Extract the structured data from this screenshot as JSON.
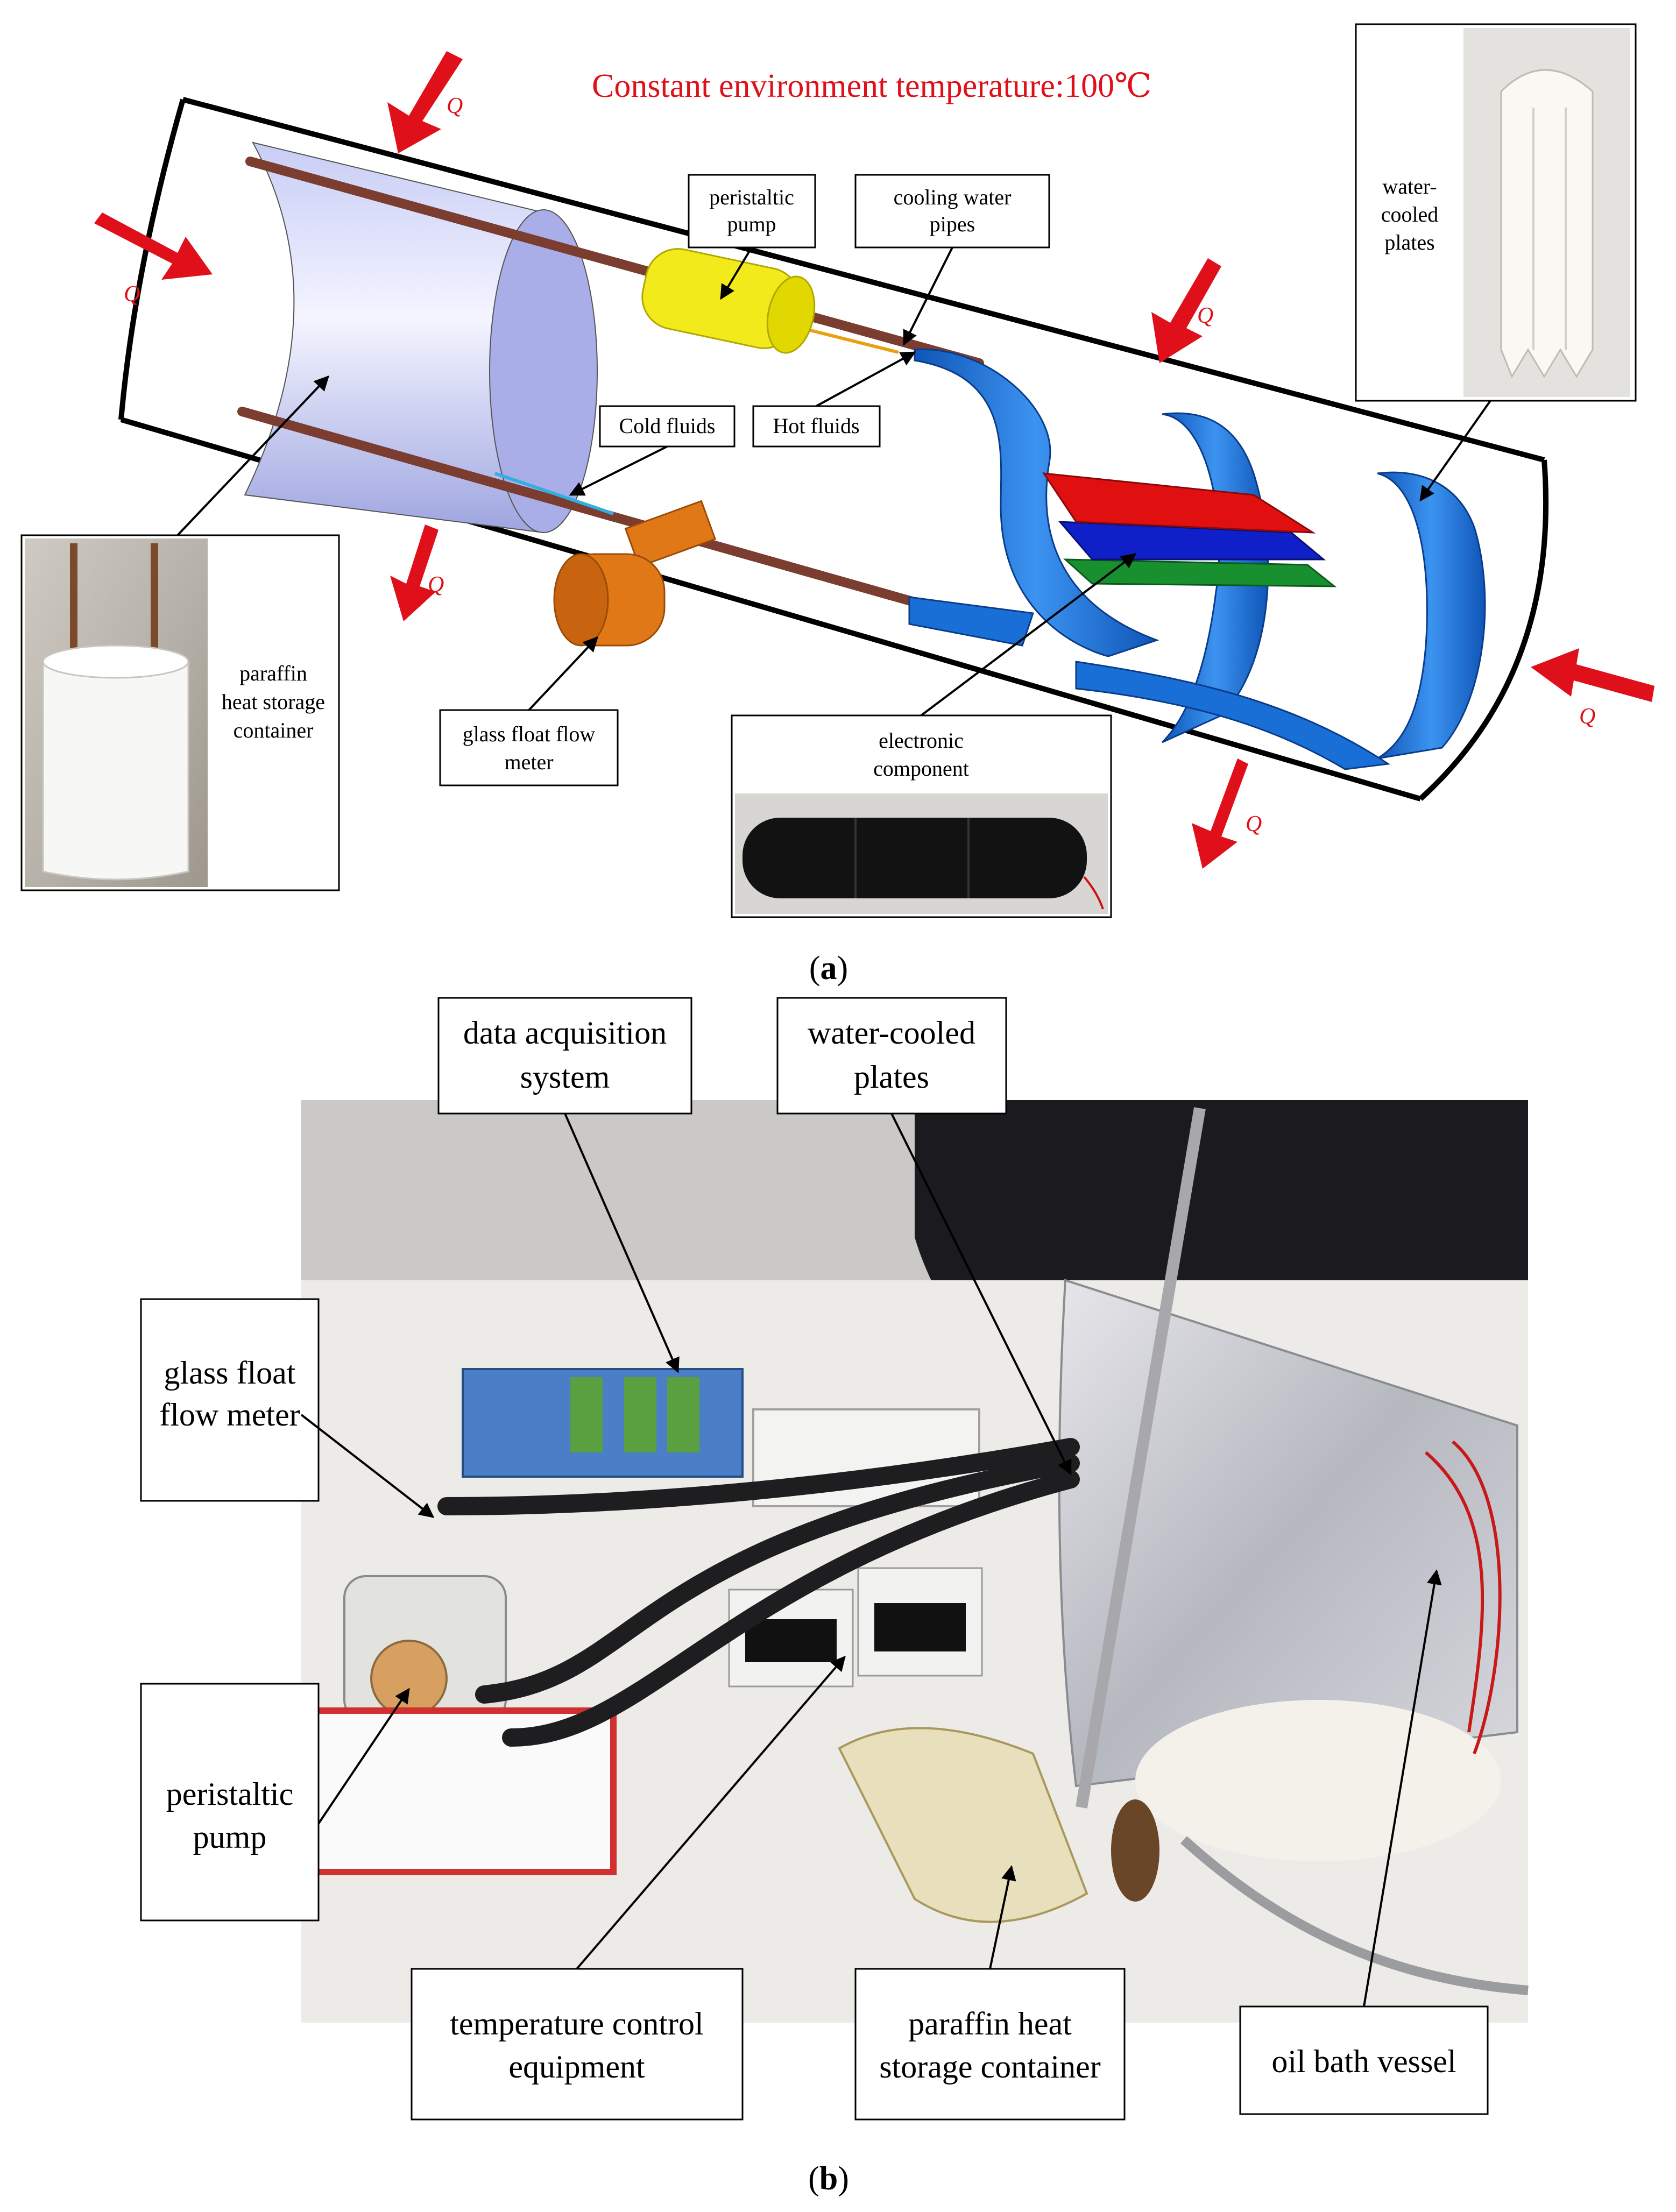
{
  "panel_a": {
    "title": "Constant environment temperature:100℃",
    "heat_label": "Q",
    "labels": {
      "peristaltic_pump": [
        "peristaltic",
        "pump"
      ],
      "cooling_water_pipes": [
        "cooling water",
        "pipes"
      ],
      "water_cooled_plates": [
        "water-",
        "cooled",
        "plates"
      ],
      "cold_fluids": "Cold fluids",
      "hot_fluids": "Hot fluids",
      "paraffin_container": [
        "paraffin",
        "heat storage",
        "container"
      ],
      "flow_meter": [
        "glass float flow",
        "meter"
      ],
      "electronic_component": [
        "electronic",
        "component"
      ]
    },
    "caption_open": "(",
    "caption_letter": "a",
    "caption_close": ")"
  },
  "panel_b": {
    "labels": {
      "data_acquisition": [
        "data acquisition",
        "system"
      ],
      "water_cooled_plates": [
        "water-cooled",
        "plates"
      ],
      "flow_meter": [
        "glass float",
        "flow meter"
      ],
      "peristaltic_pump": [
        "peristaltic",
        "pump"
      ],
      "temperature_control": [
        "temperature control",
        "equipment"
      ],
      "paraffin_container": [
        "paraffin heat",
        "storage container"
      ],
      "oil_bath": "oil bath vessel"
    },
    "caption_open": "(",
    "caption_letter": "b",
    "caption_close": ")"
  },
  "colors": {
    "heat_arrow": "#e0101a",
    "title_text": "#e0101a",
    "plate_blue": "#1a6fd6",
    "pump_yellow": "#f2ea1a",
    "meter_orange": "#e07818",
    "pipe_brown": "#8a4a3a",
    "component_red": "#e01010",
    "component_blue": "#1020c8",
    "component_green": "#189030"
  }
}
